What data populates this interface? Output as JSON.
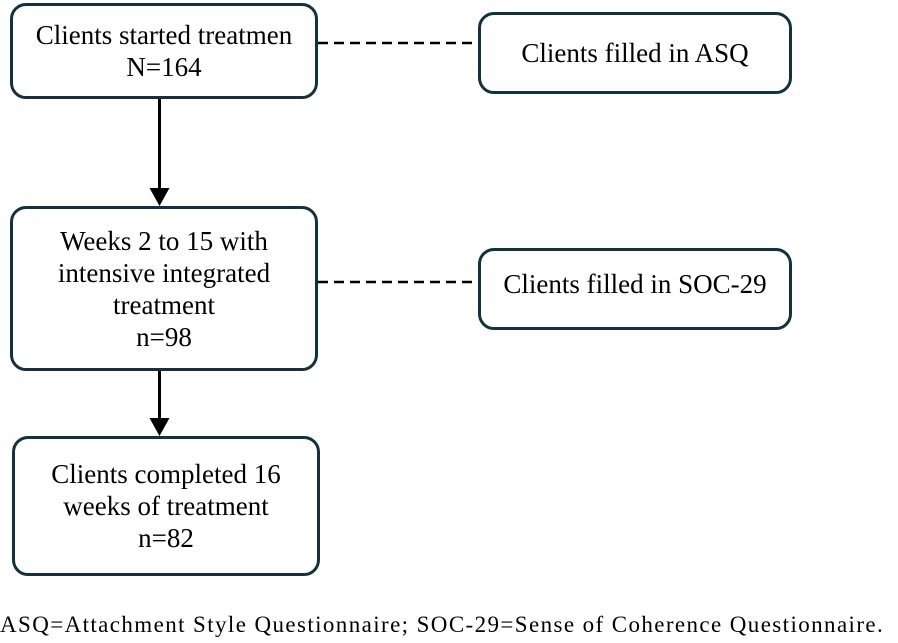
{
  "diagram": {
    "nodes": {
      "started": {
        "lines": [
          "Clients started treatmen",
          "N=164"
        ]
      },
      "asq": {
        "lines": [
          "Clients filled in ASQ"
        ]
      },
      "weeks": {
        "lines": [
          "Weeks 2 to 15 with",
          "intensive integrated",
          "treatment",
          "n=98"
        ]
      },
      "soc": {
        "lines": [
          "Clients filled in SOC-29"
        ]
      },
      "completed": {
        "lines": [
          "Clients completed 16",
          "weeks of treatment",
          "n=82"
        ]
      }
    },
    "connectors": [
      {
        "from": "started",
        "to": "weeks",
        "style": "solid-arrow"
      },
      {
        "from": "started",
        "to": "asq",
        "style": "dashed-line"
      },
      {
        "from": "weeks",
        "to": "completed",
        "style": "solid-arrow"
      },
      {
        "from": "weeks",
        "to": "soc",
        "style": "dashed-line"
      }
    ],
    "footnote": "ASQ=Attachment Style Questionnaire; SOC-29=Sense of Coherence Questionnaire.",
    "colors": {
      "node_border": "#16313e",
      "connector": "#000000",
      "text": "#000000",
      "background": "#ffffff"
    }
  }
}
